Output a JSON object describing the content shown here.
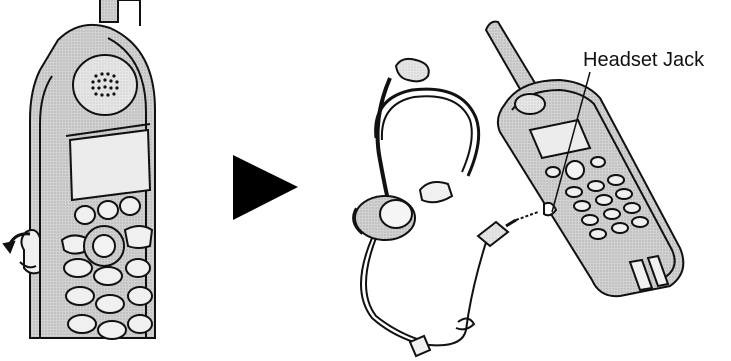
{
  "callout": {
    "label": "Headset Jack"
  },
  "icons": {
    "arrow": "right-triangle-arrow-icon",
    "handset_closeup": "handset-side-closeup-illustration",
    "headset": "headset-illustration",
    "handset_full": "cordless-handset-illustration"
  },
  "colors": {
    "line": "#111111",
    "handset_fill": "#c9c9c9",
    "handset_light": "#e3e3e3",
    "arrow": "#000000"
  }
}
